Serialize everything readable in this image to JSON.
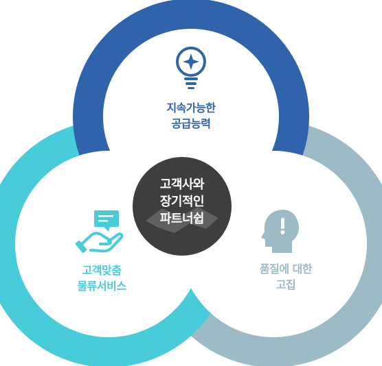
{
  "diagram": {
    "center": {
      "lines": [
        "고객사와",
        "장기적인",
        "파트너쉽"
      ]
    },
    "circles": [
      {
        "id": "top",
        "lines": [
          "지속가능한",
          "공급능력"
        ],
        "icon": "lightbulb-icon",
        "color": "#2f64ad"
      },
      {
        "id": "right",
        "lines": [
          "품질에 대한",
          "고집"
        ],
        "icon": "head-exclamation-icon",
        "color": "#9cbbc6"
      },
      {
        "id": "left",
        "lines": [
          "고객맞춤",
          "물류서비스"
        ],
        "icon": "hand-message-icon",
        "color": "#48ccd9"
      }
    ],
    "center_color": "#3e3e3e"
  }
}
